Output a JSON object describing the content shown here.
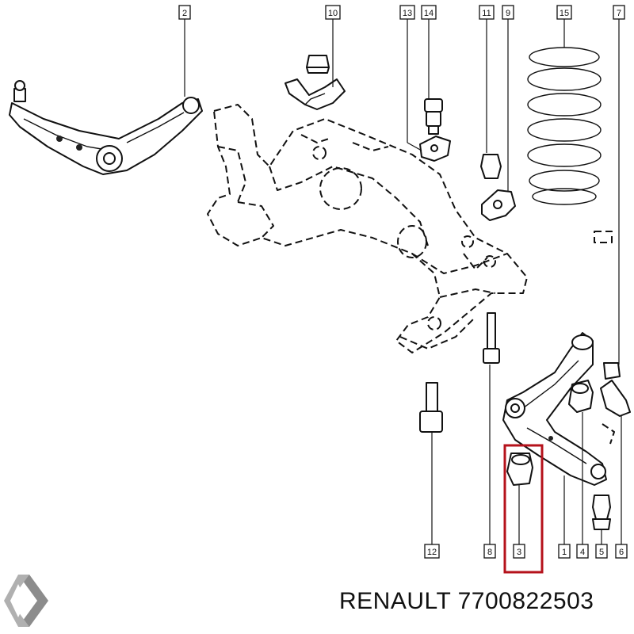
{
  "diagram": {
    "callouts": [
      {
        "id": "c2",
        "label": "2"
      },
      {
        "id": "c10",
        "label": "10"
      },
      {
        "id": "c13",
        "label": "13"
      },
      {
        "id": "c14",
        "label": "14"
      },
      {
        "id": "c11",
        "label": "11"
      },
      {
        "id": "c9",
        "label": "9"
      },
      {
        "id": "c15",
        "label": "15"
      },
      {
        "id": "c7",
        "label": "7"
      },
      {
        "id": "c12",
        "label": "12"
      },
      {
        "id": "c8",
        "label": "8"
      },
      {
        "id": "c3",
        "label": "3"
      },
      {
        "id": "c1",
        "label": "1"
      },
      {
        "id": "c4",
        "label": "4"
      },
      {
        "id": "c5",
        "label": "5"
      },
      {
        "id": "c6",
        "label": "6"
      }
    ],
    "highlight": {
      "callout": "3",
      "color": "#b5121b"
    }
  },
  "footer": {
    "brand": "RENAULT",
    "part_number": "7700822503"
  },
  "logo": {
    "icon": "renault-diamond-icon"
  }
}
